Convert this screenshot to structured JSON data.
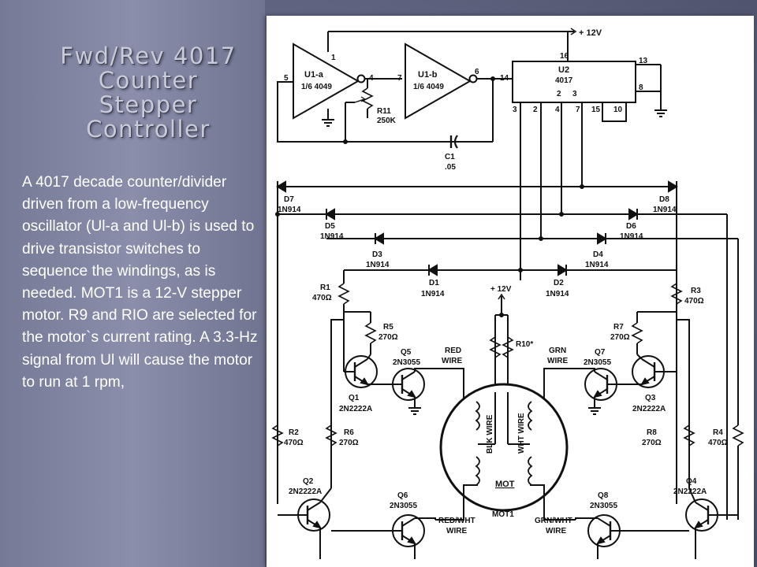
{
  "slide": {
    "title_lines": [
      "Fwd/Rev 4017",
      "Counter",
      "Stepper",
      "Controller"
    ],
    "body": "A 4017 decade counter/divider driven from a low-frequency oscillator (Ul-a and Ul-b) is used to drive transistor switches to sequence the windings, as is needed. MOT1 is a 12-V stepper motor. R9 and RIO are selected for the motor`s current rating. A 3.3-Hz signal from Ul will cause the motor to run at 1 rpm,",
    "colors": {
      "background": "#5f6480",
      "title_text": "#c9cbd8",
      "body_text": "#ffffff"
    }
  },
  "schematic": {
    "supply_top": "+ 12V",
    "supply_mid": "+ 12V",
    "u1a_name": "U1-a",
    "u1a_part": "1/6 4049",
    "u1b_name": "U1-b",
    "u1b_part": "1/6 4049",
    "u2_name": "U2",
    "u2_part": "4017",
    "r11_name": "R11",
    "r11_value": "250K",
    "c1_name": "C1",
    "c1_value": ".05",
    "pins": {
      "u1a_in": "5",
      "u1a_vcc": "1",
      "u1a_out": "4",
      "u1b_in": "7",
      "u1b_out": "6",
      "u2_clk": "14",
      "u2_vcc": "16",
      "u2_p13": "13",
      "u2_p8": "8",
      "u2_q2": "2",
      "u2_q3": "3",
      "u2_o3": "3",
      "u2_o2": "2",
      "u2_o4": "4",
      "u2_o7": "7",
      "u2_o15": "15",
      "u2_o10": "10"
    },
    "diodes": [
      {
        "name": "D7",
        "part": "1N914"
      },
      {
        "name": "D8",
        "part": "1N914"
      },
      {
        "name": "D5",
        "part": "1N914"
      },
      {
        "name": "D6",
        "part": "1N914"
      },
      {
        "name": "D3",
        "part": "1N914"
      },
      {
        "name": "D4",
        "part": "1N914"
      },
      {
        "name": "D1",
        "part": "1N914"
      },
      {
        "name": "D2",
        "part": "1N914"
      }
    ],
    "resistors": {
      "r1": {
        "name": "R1",
        "value": "470Ω"
      },
      "r3": {
        "name": "R3",
        "value": "470Ω"
      },
      "r5": {
        "name": "R5",
        "value": "270Ω"
      },
      "r7": {
        "name": "R7",
        "value": "270Ω"
      },
      "r2": {
        "name": "R2",
        "value": "470Ω"
      },
      "r4": {
        "name": "R4",
        "value": "470Ω"
      },
      "r6": {
        "name": "R6",
        "value": "270Ω"
      },
      "r8": {
        "name": "R8",
        "value": "270Ω"
      },
      "r10": {
        "name": "R10*"
      }
    },
    "transistors": {
      "q1": {
        "name": "Q1",
        "part": "2N2222A"
      },
      "q2": {
        "name": "Q2",
        "part": "2N2222A"
      },
      "q3": {
        "name": "Q3",
        "part": "2N2222A"
      },
      "q4": {
        "name": "Q4",
        "part": "2N2222A"
      },
      "q5": {
        "name": "Q5",
        "part": "2N3055"
      },
      "q6": {
        "name": "Q6",
        "part": "2N3055"
      },
      "q7": {
        "name": "Q7",
        "part": "2N3055"
      },
      "q8": {
        "name": "Q8",
        "part": "2N3055"
      }
    },
    "wires": {
      "red": [
        "RED",
        "WIRE"
      ],
      "grn": [
        "GRN",
        "WIRE"
      ],
      "redwht": [
        "RED/WHT",
        "WIRE"
      ],
      "grnwht": [
        "GRN/WHT",
        "WIRE"
      ],
      "blk": "BLK WIRE",
      "wht": "WHT WIRE"
    },
    "motor_label": "MOT",
    "motor_name": "MOT1"
  }
}
